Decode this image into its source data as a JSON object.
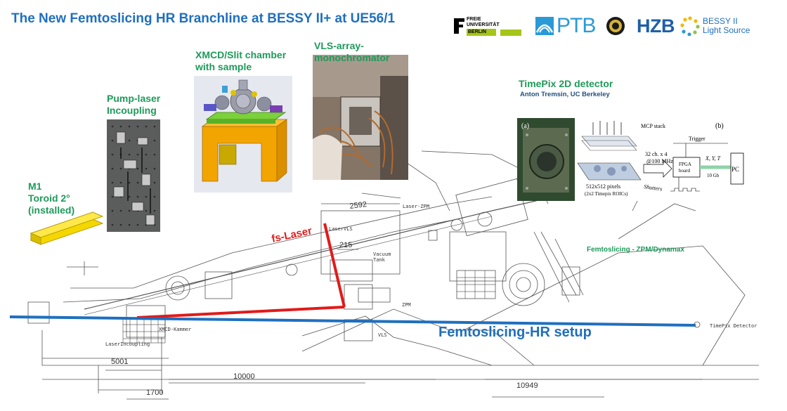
{
  "title": "The New Femtoslicing HR Branchline at BESSY II+ at UE56/1",
  "logos": {
    "fu_line1": "FREIE",
    "fu_line2": "UNIVERSITÄT",
    "fu_line3": "BERLIN",
    "ptb": "PTB",
    "hzb": "HZB",
    "bessy_line1": "BESSY II",
    "bessy_line2": "Light Source"
  },
  "labels": {
    "m1_line1": "M1",
    "m1_line2": "Toroid 2°",
    "m1_line3": "(installed)",
    "pump_line1": "Pump-laser",
    "pump_line2": "Incoupling",
    "xmcd_line1": "XMCD/Slit chamber",
    "xmcd_line2": "with sample",
    "vls_line1": "VLS-array-",
    "vls_line2": "monochromator",
    "timepix_title": "TimePix 2D detector",
    "timepix_credit": "Anton Tremsin, UC Berkeley",
    "fs_laser": "fs-Laser",
    "femtoslicing_zpm": "Femtoslicing - ZPM/Dynamax",
    "femtoslicing_hr": "Femtoslicing-HR setup"
  },
  "detector_figure": {
    "panel_a": "(a)",
    "panel_b": "(b)",
    "mcp_stack": "MCP stack",
    "trigger": "Trigger",
    "channels": "32 ch. x 4",
    "freq": "@100 MHz",
    "fpga_line1": "FPGA",
    "fpga_line2": "board",
    "xyt": "X, Y, T",
    "gb": "10 Gb",
    "pc": "PC",
    "pixels": "512x512 pixels",
    "rois": "(2x2 Timepix ROICs)",
    "shutters": "Shutters"
  },
  "cad_labels": {
    "d2592": "2592",
    "laser_zpm": "Laser-ZPM",
    "laser_vls": "LaserVLS",
    "d215": "215",
    "vacuum_1": "Vacuum",
    "vacuum_2": "Tank",
    "zpm": "ZPM",
    "vls": "VLS",
    "xmcd_kammer": "XMCD-Kammer",
    "laser_incoupling": "LaserIncoupling",
    "d5001": "5001",
    "d10000": "10000",
    "d1700": "1700",
    "d10949": "10949",
    "timepix_detector": "TimePix Detector"
  },
  "colors": {
    "title_blue": "#1f6fbf",
    "label_green": "#1e9a5a",
    "laser_red": "#e01b1b",
    "beam_blue": "#1f6fbf",
    "m1_yellow": "#f5d700",
    "chamber_orange": "#f2a400"
  }
}
